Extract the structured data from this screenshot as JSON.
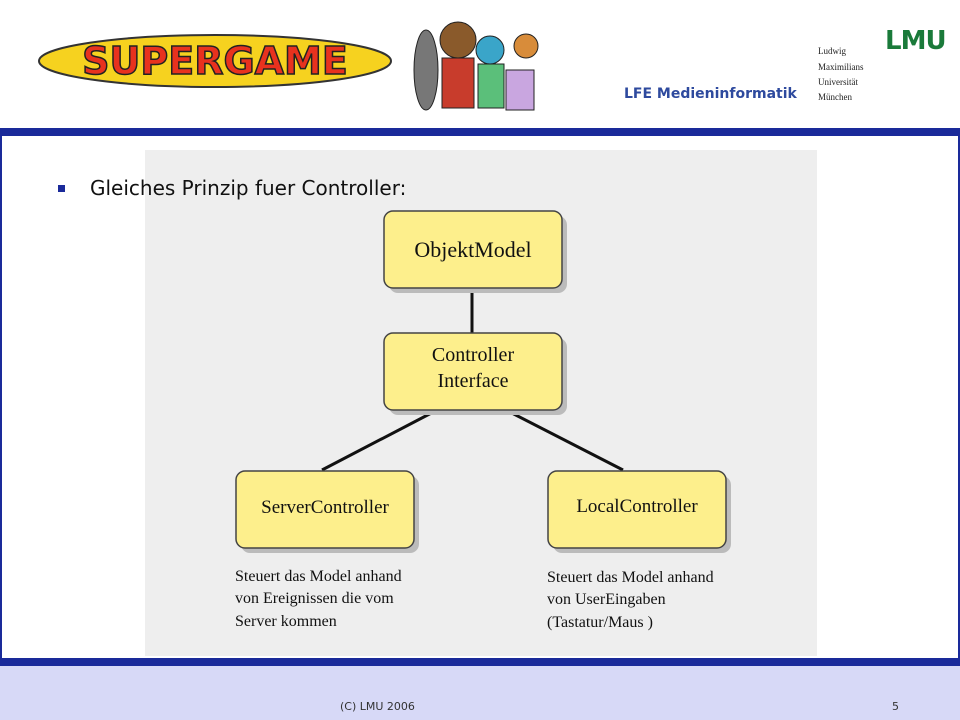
{
  "header": {
    "game_logo_text": "SUPERGAME",
    "institute_label": "LFE Medieninformatik",
    "university_lines": [
      "Ludwig",
      "Maximilians",
      "Universität",
      "München"
    ],
    "university_logo": "LMU"
  },
  "slide": {
    "bullet_text": "Gleiches Prinzip fuer Controller:"
  },
  "diagram": {
    "nodes": {
      "model": [
        "ObjektModel"
      ],
      "interface": [
        "Controller",
        "Interface"
      ],
      "server": [
        "ServerController"
      ],
      "local": [
        "LocalController"
      ]
    },
    "notes": {
      "server": [
        "Steuert das Model anhand",
        "von Ereignissen die vom",
        "Server kommen"
      ],
      "local": [
        "Steuert das Model anhand",
        "von UserEingaben",
        "(Tastatur/Maus )"
      ]
    },
    "colors": {
      "node_fill": "#fdef8c",
      "node_stroke": "#444444",
      "shadow": "#bbbbbb"
    }
  },
  "footer": {
    "copyright": "(C) LMU 2006",
    "page_number": "5"
  },
  "colors": {
    "accent": "#1a2a9a",
    "footer_bg": "#d7d9f7"
  }
}
